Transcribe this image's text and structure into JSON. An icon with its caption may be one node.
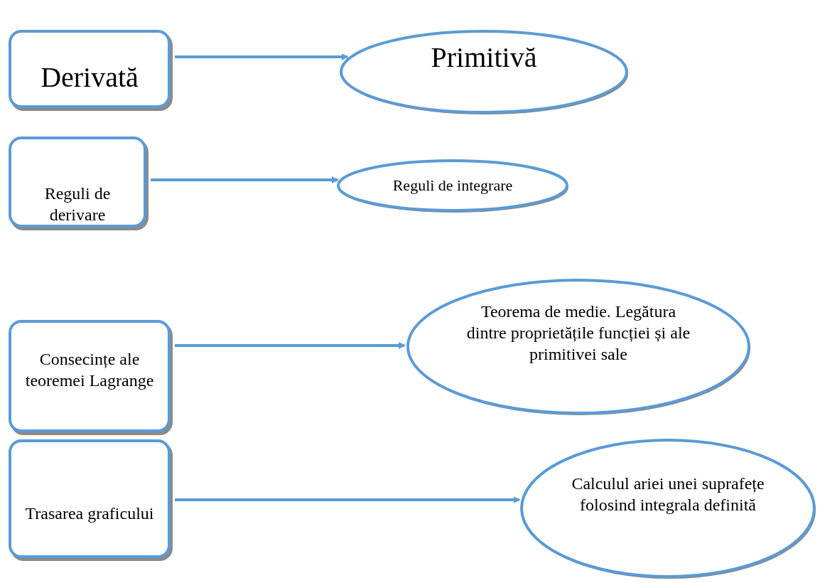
{
  "diagram": {
    "nodes": [
      {
        "text": [
          "Derivată"
        ]
      },
      {
        "text": [
          "Primitivă"
        ]
      },
      {
        "text": [
          "Reguli de derivare"
        ]
      },
      {
        "text": [
          "Reguli de integrare"
        ]
      },
      {
        "text": [
          "Consecințe ale teoremei Lagrange"
        ]
      },
      {
        "text": [
          "Teorema de medie. Legătura dintre proprietățile funcției și ale primitivei sale"
        ]
      },
      {
        "text": [
          "Trasarea graficului"
        ]
      },
      {
        "text": [
          "Calculul ariei unei suprafețe folosind integrala definită"
        ]
      }
    ],
    "edges": [
      {
        "from": 0,
        "to": 1,
        "arrow": "to"
      },
      {
        "from": 2,
        "to": 3,
        "arrow": "to"
      },
      {
        "from": 4,
        "to": 5,
        "arrow": "to"
      },
      {
        "from": 6,
        "to": 7,
        "arrow": "to"
      }
    ]
  }
}
